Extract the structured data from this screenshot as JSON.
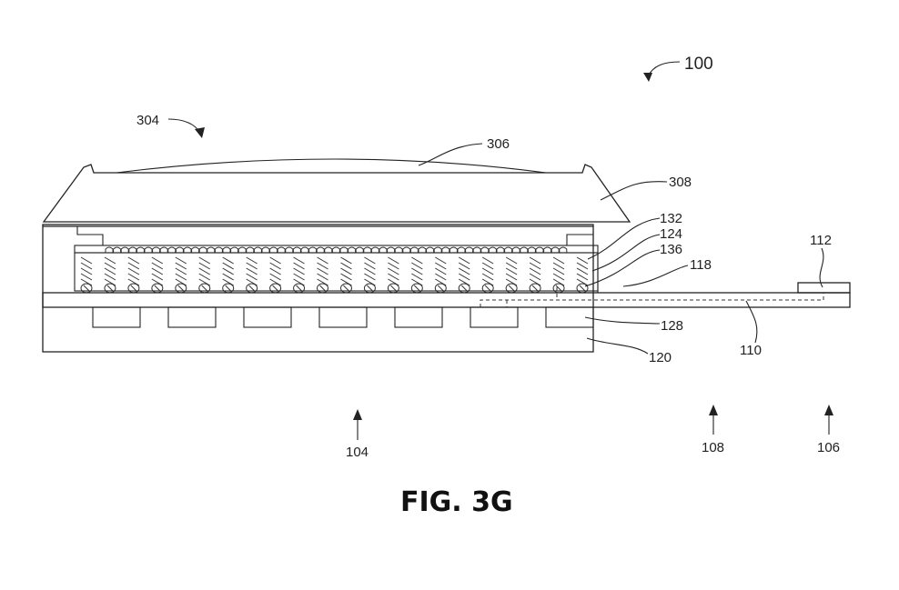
{
  "figure": {
    "title": "FIG. 3G",
    "reference_labels": {
      "assembly": "100",
      "lens_assembly": "304",
      "lens": "306",
      "housing": "308",
      "layer_132": "132",
      "layer_124": "124",
      "layer_136": "136",
      "region_118": "118",
      "component": "112",
      "trace": "110",
      "pad_128": "128",
      "substrate_120": "120",
      "region_104": "104",
      "region_108": "108",
      "region_106": "106"
    },
    "interconnect_count": 22,
    "pad_count": 7
  }
}
